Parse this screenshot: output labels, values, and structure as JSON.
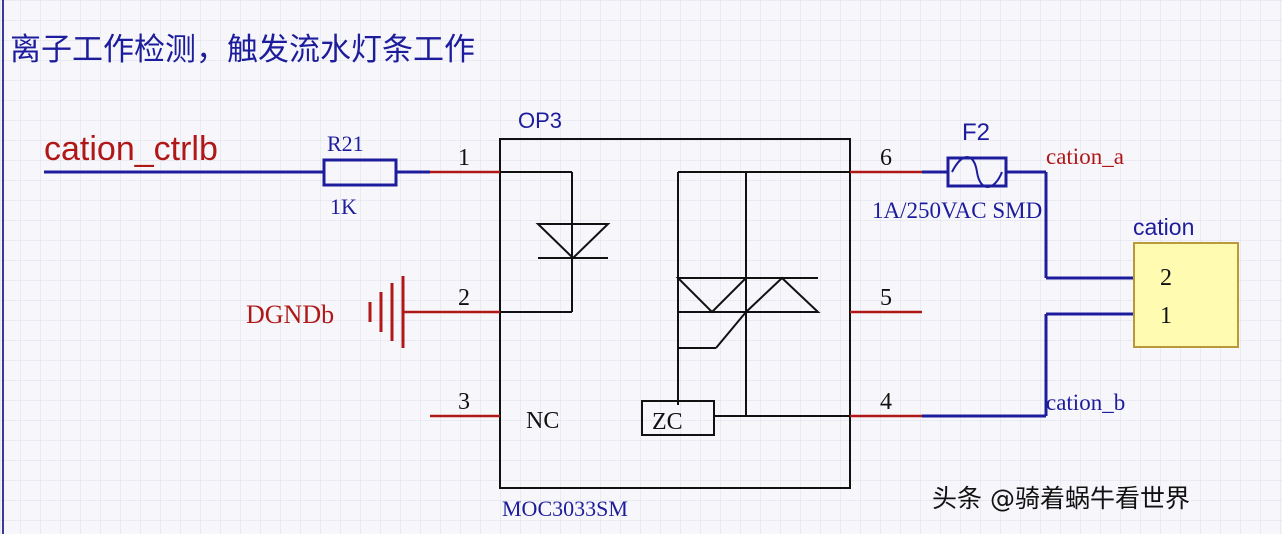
{
  "title": "离子工作检测，触发流水灯条工作",
  "signals": {
    "input": "cation_ctrlb",
    "ground": "DGNDb",
    "out_a": "cation_a",
    "out_b": "cation_b"
  },
  "resistor": {
    "ref": "R21",
    "value": "1K"
  },
  "fuse": {
    "ref": "F2",
    "value": "1A/250VAC SMD"
  },
  "optocoupler": {
    "ref": "OP3",
    "part": "MOC3033SM",
    "nc_label": "NC",
    "zc_label": "ZC",
    "pins": [
      "1",
      "2",
      "3",
      "4",
      "5",
      "6"
    ]
  },
  "connector": {
    "ref": "cation",
    "pins": [
      "2",
      "1"
    ]
  },
  "watermark": "头条 @骑着蜗牛看世界",
  "colors": {
    "wire_blue": "#1c1c9c",
    "pin_red": "#b01818",
    "label_red": "#b01818",
    "label_blue": "#1c1c9c",
    "connector_fill": "#fffbb0",
    "connector_stroke": "#b89a3a",
    "body_black": "#111111",
    "grid": "#dcdcea"
  }
}
